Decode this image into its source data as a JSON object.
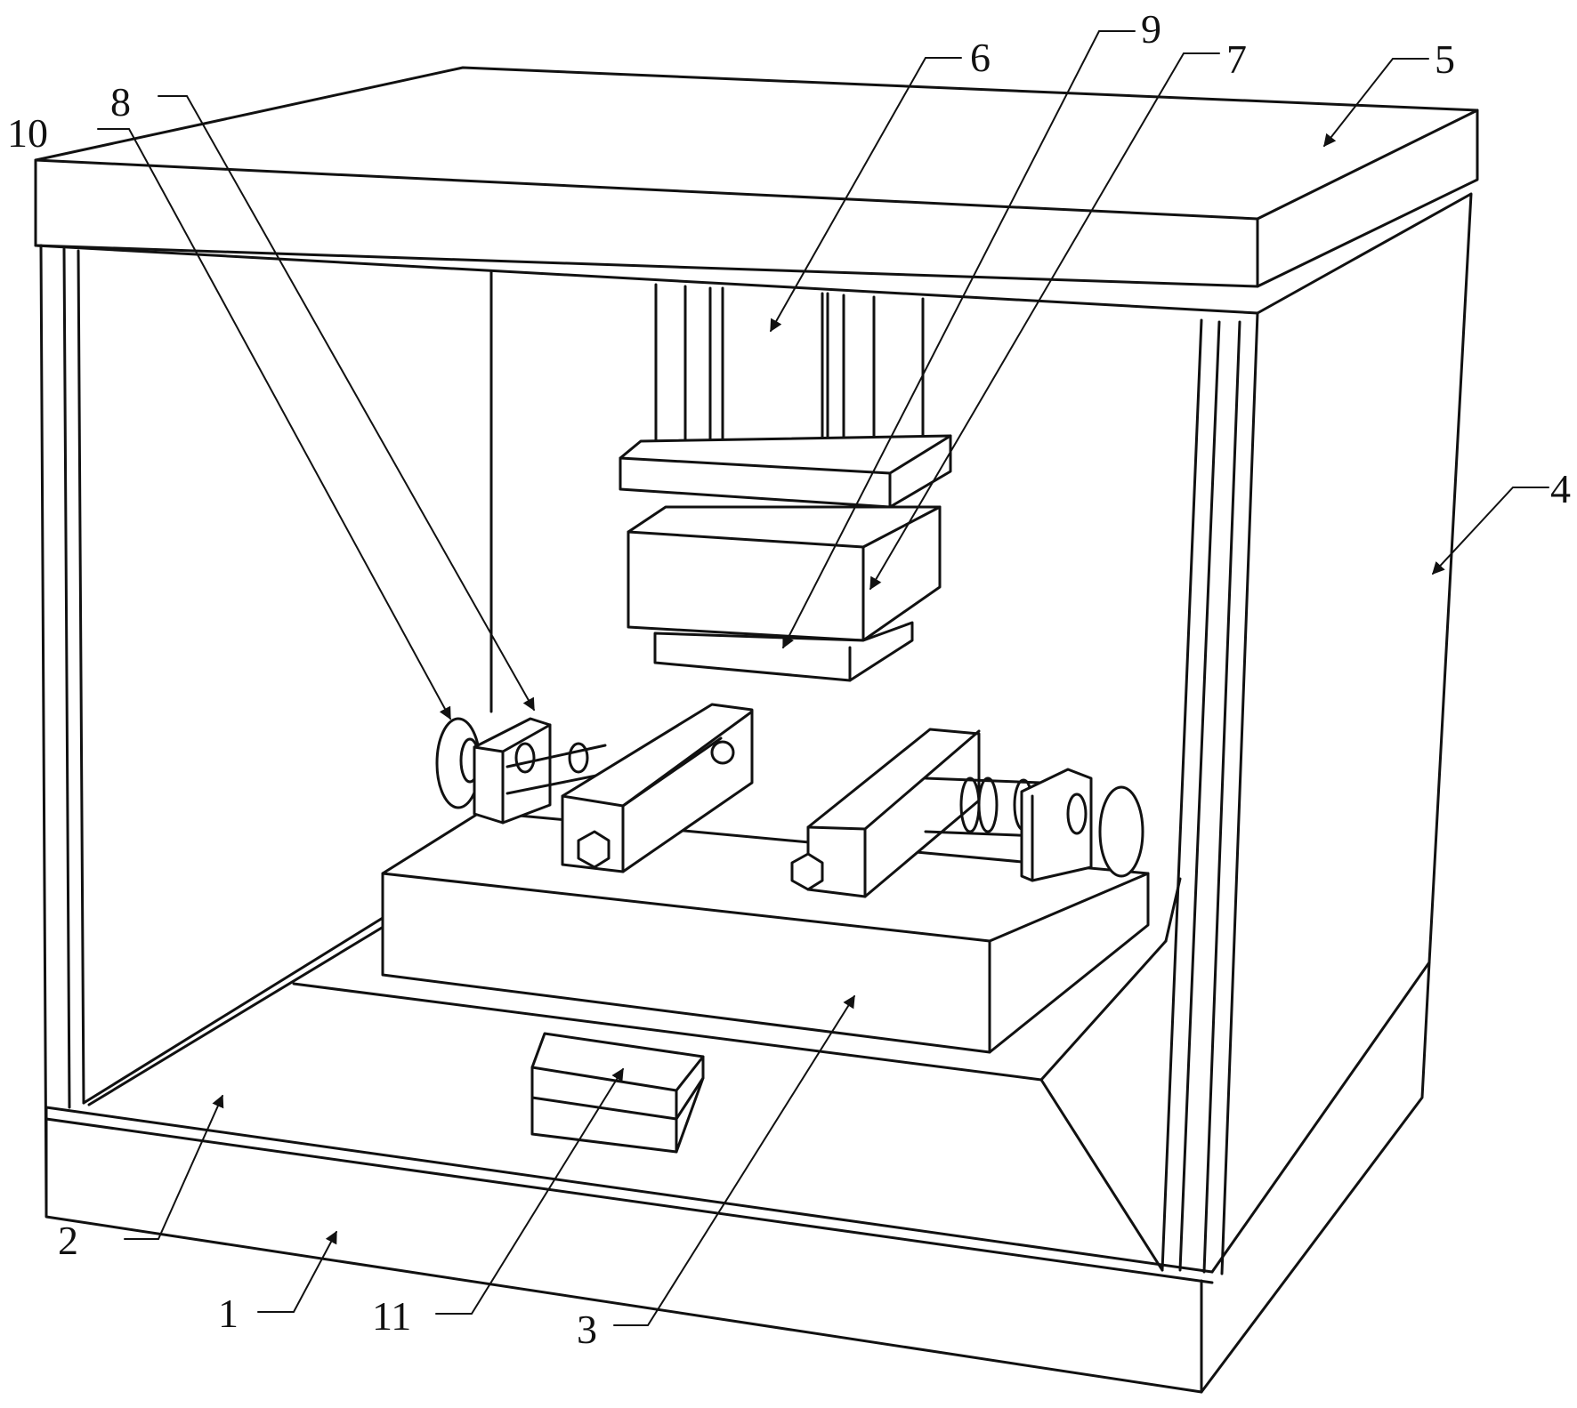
{
  "figure": {
    "labels": [
      {
        "id": "1",
        "text": "1"
      },
      {
        "id": "2",
        "text": "2"
      },
      {
        "id": "3",
        "text": "3"
      },
      {
        "id": "4",
        "text": "4"
      },
      {
        "id": "5",
        "text": "5"
      },
      {
        "id": "6",
        "text": "6"
      },
      {
        "id": "7",
        "text": "7"
      },
      {
        "id": "8",
        "text": "8"
      },
      {
        "id": "9",
        "text": "9"
      },
      {
        "id": "10",
        "text": "10"
      },
      {
        "id": "11",
        "text": "11"
      }
    ]
  },
  "colors": {
    "line": "#111111",
    "background": "#ffffff"
  }
}
